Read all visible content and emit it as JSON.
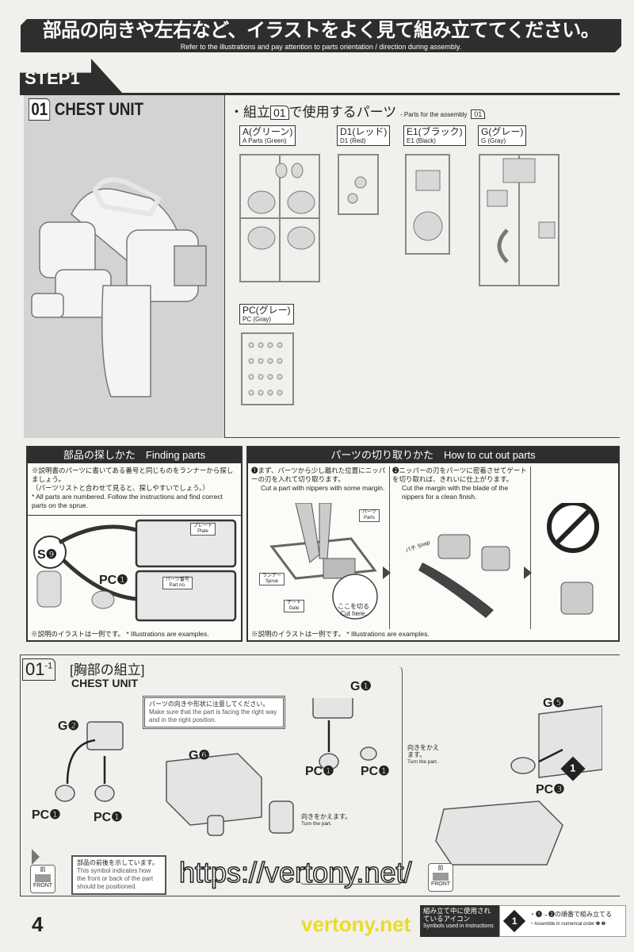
{
  "banner": {
    "jp": "部品の向きや左右など、イラストをよく見て組み立ててください。",
    "en": "Refer to the illustrations and pay attention to parts orientation / direction during assembly."
  },
  "step": {
    "label": "STEP1",
    "num": "01",
    "title": "CHEST UNIT"
  },
  "parts": {
    "title_pre": "・組立",
    "num": "01",
    "title_post": "で使用するパーツ",
    "sub": "- Parts for the assembly",
    "runners": [
      {
        "jp": "A(グリーン)",
        "en": "A Parts (Green)"
      },
      {
        "jp": "D1(レッド)",
        "en": "D1 (Red)"
      },
      {
        "jp": "E1(ブラック)",
        "en": "E1 (Black)"
      },
      {
        "jp": "G(グレー)",
        "en": "G (Gray)"
      },
      {
        "jp": "PC(グレー)",
        "en": "PC (Gray)"
      }
    ]
  },
  "finding": {
    "title": "部品の探しかた　Finding parts",
    "jp1": "※説明書のパーツに書いてある番号と同じものをランナーから探しましょう。",
    "jp2": "（パーツリストと合わせて見ると、探しやすいでしょう。）",
    "en": "* All parts are numbered. Follow the instructions and find correct parts on the sprue.",
    "s9": "S❾",
    "pc1": "PC❶",
    "plate_jp": "プレート",
    "plate_en": "Plate",
    "partno_jp": "パーツ番号",
    "partno_en": "Part no.",
    "footer": "※説明のイラストは一例です。 * Illustrations are examples."
  },
  "cutting": {
    "title": "パーツの切り取りかた　How to cut out parts",
    "step1_jp": "❶まず、パーツから少し離れた位置にニッパーの刃を入れて切り取ります。",
    "step1_en": "Cut a part with nippers with some margin.",
    "step2_jp": "❷ニッパーの刃をパーツに密着させてゲートを切り取れば、きれいに仕上がります。",
    "step2_en": "Cut the margin with the blade of the nippers for a clean finish.",
    "parts_jp": "パーツ",
    "parts_en": "Parts",
    "sprue_jp": "ランナー",
    "sprue_en": "Sprue",
    "gate_jp": "ゲート",
    "gate_en": "Gate",
    "cut_jp": "ここを切る",
    "cut_en": "Cut here.",
    "snap": "パチ Snap",
    "footer": "※説明のイラストは一例です。 * Illustrations are examples."
  },
  "substep": {
    "num": "01",
    "sub": "-1",
    "jp": "[胸部の組立]",
    "en": "CHEST UNIT",
    "caution_jp": "パーツの向きや形状に注意してください。",
    "caution_en": "Make sure that the part is facing the right way and in the right position.",
    "turn_jp": "向きをかえます。",
    "turn_en": "Turn the part.",
    "labels": {
      "g2": "G❷",
      "g6": "G❻",
      "g1": "G❶",
      "g5": "G❺",
      "pc1": "PC❶",
      "pc3": "PC❸",
      "order": "1"
    },
    "front_jp": "前",
    "front_en": "FRONT",
    "front_note_jp": "部品の前後を示しています。",
    "front_note_en": "This symbol indicates how the front or back of the part should be positioned."
  },
  "footer": {
    "page": "4",
    "symbols_jp": "組み立て中に使用されているアイコン",
    "symbols_en": "Symbols used in instructions",
    "order_jp": "・❶→❷の順番で組み立てる",
    "order_en": "・Assemble in numerical order ❶ ❷",
    "order_num": "1"
  },
  "watermark": {
    "url": "https://vertony.net/",
    "brand": "vertony.net"
  }
}
